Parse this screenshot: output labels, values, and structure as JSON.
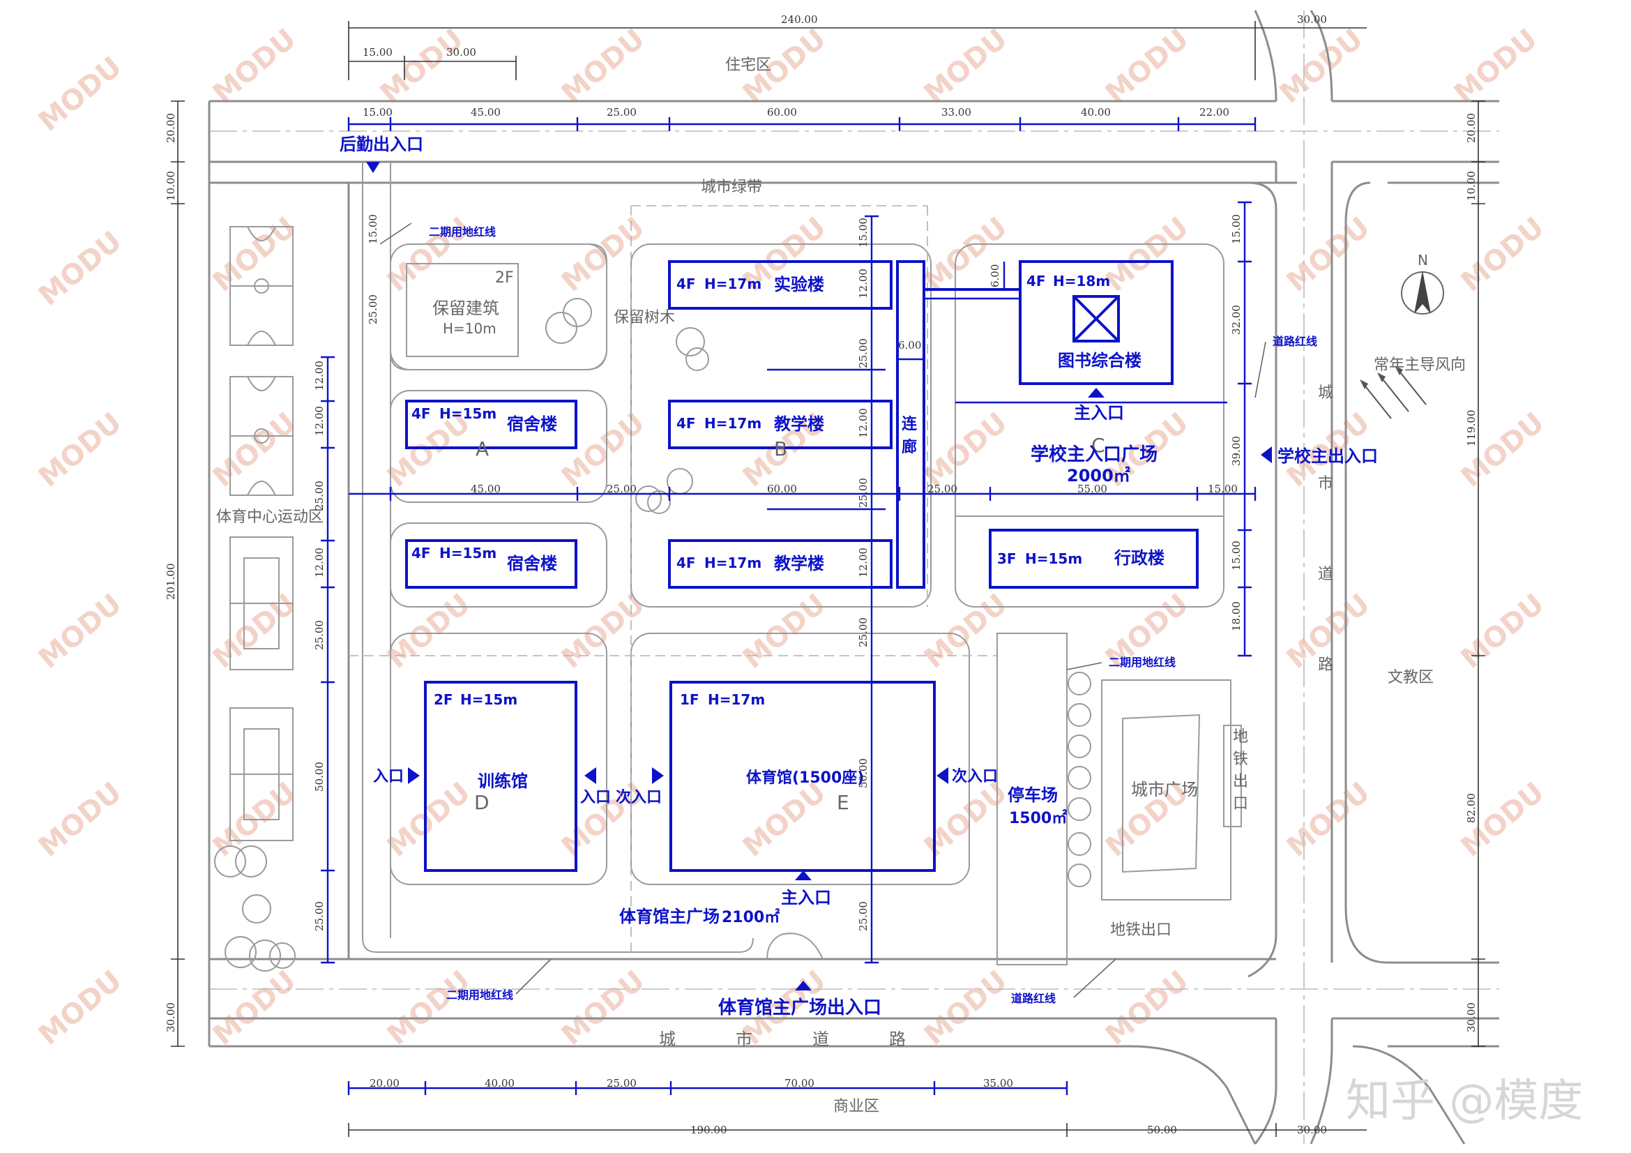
{
  "watermark": "MODU",
  "brand": "知乎 @模度",
  "zones": {
    "residential": "住宅区",
    "commercial": "商业区",
    "education": "文教区",
    "city_green_belt": "城市绿带",
    "sports_center": "体育中心运动区",
    "city_road": [
      "城",
      "市",
      "道",
      "路"
    ]
  },
  "buildings": [
    {
      "id": "lab",
      "floors": "4F",
      "height": "H=17m",
      "name": "实验楼"
    },
    {
      "id": "teach1",
      "floors": "4F",
      "height": "H=17m",
      "name": "教学楼"
    },
    {
      "id": "teach2",
      "floors": "4F",
      "height": "H=17m",
      "name": "教学楼"
    },
    {
      "id": "dorm1",
      "floors": "4F",
      "height": "H=15m",
      "name": "宿舍楼"
    },
    {
      "id": "dorm2",
      "floors": "4F",
      "height": "H=15m",
      "name": "宿舍楼"
    },
    {
      "id": "library",
      "floors": "4F",
      "height": "H=18m",
      "name": "图书综合楼"
    },
    {
      "id": "admin",
      "floors": "3F",
      "height": "H=15m",
      "name": "行政楼"
    },
    {
      "id": "training",
      "floors": "2F",
      "height": "H=15m",
      "name": "训练馆"
    },
    {
      "id": "gym",
      "floors": "1F",
      "height": "H=17m",
      "name": "体育馆(1500座)"
    }
  ],
  "corridor_label": [
    "连",
    "廊"
  ],
  "preserved_building": {
    "floors": "2F",
    "name": "保留建筑",
    "height": "H=10m"
  },
  "preserved_trees": "保留树木",
  "zone_letters": [
    "A",
    "B",
    "C",
    "D",
    "E"
  ],
  "plazas": {
    "school_main": {
      "name": "学校主入口广场",
      "area": "2000㎡"
    },
    "gym_main": {
      "name": "体育馆主广场",
      "area": "2100㎡"
    },
    "parking": {
      "name": "停车场",
      "area": "1500㎡"
    },
    "city_square": "城市广场"
  },
  "entrances": {
    "logistics": "后勤出入口",
    "school_main": "学校主出入口",
    "library_main": "主入口",
    "gym_main": "主入口",
    "gym_plaza_exit": "体育馆主广场出入口",
    "training_west": "入口",
    "training_east": "入口",
    "gym_west": "次入口",
    "gym_east": "次入口",
    "metro_exit_1": [
      "地",
      "铁",
      "出",
      "口"
    ],
    "metro_exit_2": "地铁出口"
  },
  "line_labels": {
    "phase2_red_line_1": "二期用地红线",
    "phase2_red_line_2": "二期用地红线",
    "phase2_red_line_3": "二期用地红线",
    "road_red_line_1": "道路红线",
    "road_red_line_2": "道路红线"
  },
  "compass": {
    "north": "N",
    "wind": "常年主导风向"
  },
  "dimensions": {
    "top_total": "240.00",
    "top_right": "30.00",
    "top_a": "15.00",
    "top_b": "30.00",
    "row": [
      "15.00",
      "45.00",
      "25.00",
      "60.00",
      "33.00",
      "40.00",
      "22.00"
    ],
    "left_outer": [
      "20.00",
      "10.00",
      "201.00",
      "30.00"
    ],
    "right_outer": [
      "20.00",
      "10.00",
      "119.00",
      "82.00",
      "30.00"
    ],
    "mid_row": [
      "45.00",
      "25.00",
      "60.00",
      "25.00",
      "55.00",
      "15.00"
    ],
    "left_inner": [
      "12.00",
      "12.00",
      "25.00",
      "12.00",
      "25.00",
      "50.00",
      "25.00"
    ],
    "preserved_v": [
      "15.00",
      "25.00"
    ],
    "center_v": [
      "15.00",
      "12.00",
      "25.00",
      "12.00",
      "25.00",
      "12.00",
      "25.00",
      "50.00",
      "25.00"
    ],
    "corridor_w": "6.00",
    "library_offset": "6.00",
    "right_inner": [
      "15.00",
      "32.00",
      "39.00",
      "15.00",
      "18.00"
    ],
    "bottom_row": [
      "20.00",
      "40.00",
      "25.00",
      "70.00",
      "35.00"
    ],
    "bottom_total": "190.00",
    "bottom_mid": "50.00",
    "bottom_right": "30.00"
  }
}
